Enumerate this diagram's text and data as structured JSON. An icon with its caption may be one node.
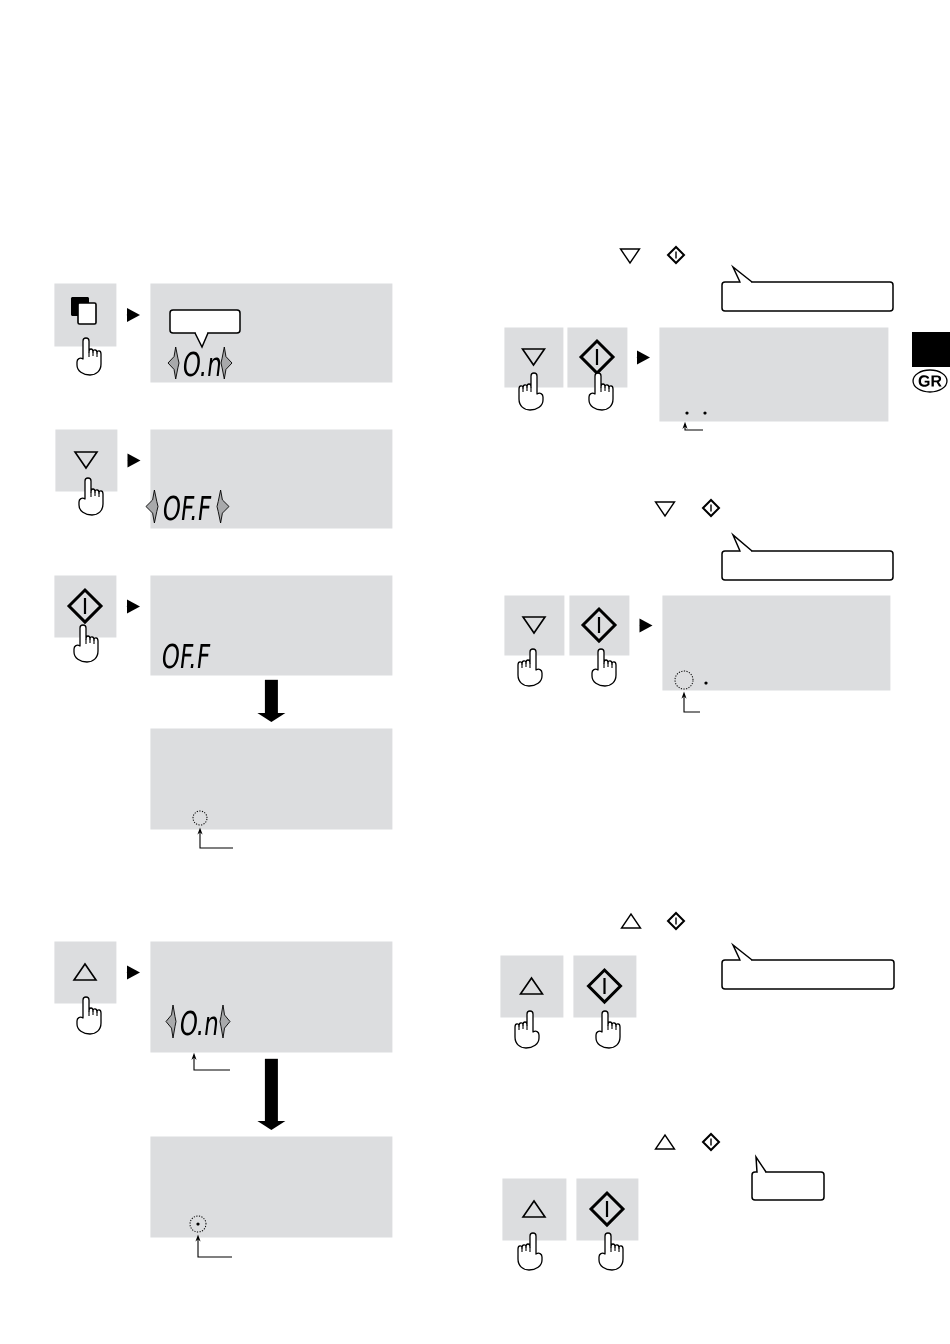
{
  "diagram": {
    "nodes": [
      {
        "text": [],
        "shape": "box"
      },
      {
        "text": [
          "O.n"
        ]
      },
      {
        "text": [],
        "shape": "box"
      },
      {
        "text": [
          "OF.F"
        ]
      },
      {
        "text": [],
        "shape": "box"
      },
      {
        "text": [
          "OF.F"
        ]
      },
      {
        "text": [],
        "shape": "box"
      },
      {
        "text": [],
        "shape": "circle",
        "in": 6
      },
      {
        "text": [],
        "shape": "box"
      },
      {
        "text": [
          "O.n"
        ]
      },
      {
        "text": [],
        "shape": "box"
      },
      {
        "text": [],
        "shape": "circle",
        "in": 10
      },
      {
        "text": [],
        "shape": "box"
      },
      {
        "text": [],
        "shape": "box"
      },
      {
        "text": [],
        "shape": "box"
      },
      {
        "text": [],
        "shape": "box"
      },
      {
        "text": [],
        "shape": "box"
      },
      {
        "text": [],
        "shape": "box"
      },
      {
        "text": [],
        "shape": "circle",
        "in": 17
      },
      {
        "text": [],
        "shape": "box"
      },
      {
        "text": [],
        "shape": "box"
      },
      {
        "text": [],
        "shape": "box"
      },
      {
        "text": [],
        "shape": "box"
      }
    ],
    "edges": [
      {
        "from": 0,
        "to": 1,
        "arrow": "to"
      },
      {
        "from": 2,
        "to": 3,
        "arrow": "to"
      },
      {
        "from": 4,
        "to": 5,
        "arrow": "to"
      },
      {
        "from": 5,
        "to": 6,
        "arrow": "to",
        "style": "thick"
      },
      {
        "from": null,
        "to": 7,
        "arrow": "to"
      },
      {
        "from": 8,
        "to": 9,
        "arrow": "to"
      },
      {
        "from": null,
        "to": 9,
        "arrow": "to"
      },
      {
        "from": 9,
        "to": 10,
        "arrow": "to",
        "style": "thick"
      },
      {
        "from": null,
        "to": 11,
        "arrow": "to"
      },
      {
        "from": 13,
        "to": 14,
        "arrow": "to"
      },
      {
        "from": null,
        "to": 14,
        "arrow": "to"
      },
      {
        "from": 16,
        "to": 17,
        "arrow": "to"
      },
      {
        "from": null,
        "to": 18,
        "arrow": "to"
      }
    ],
    "labels": [
      "GR"
    ]
  }
}
